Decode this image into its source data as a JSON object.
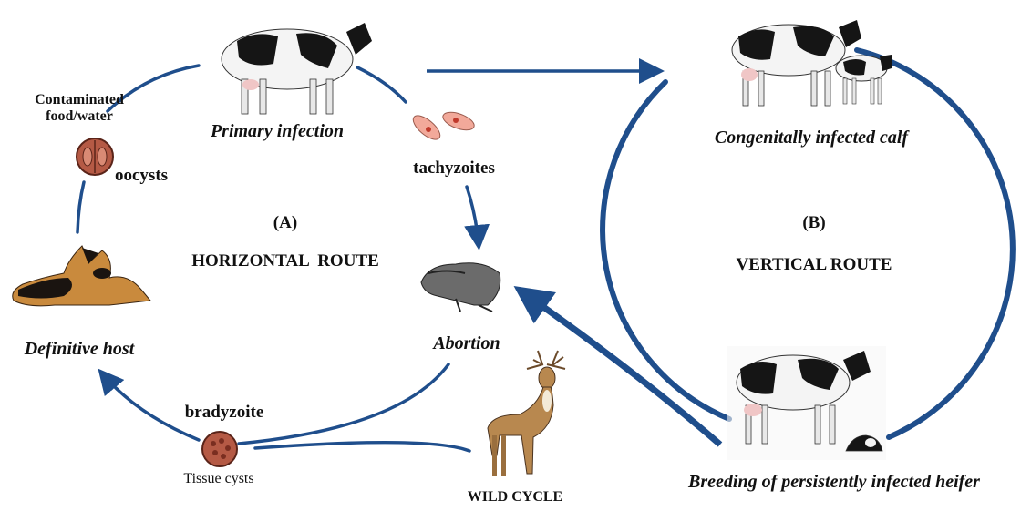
{
  "colors": {
    "arrow": "#1f4e8c",
    "cow_white": "#f4f4f4",
    "cow_black": "#151515",
    "cyst_fill": "#b55a45",
    "tachyzoite_fill": "#f2a99a",
    "deer": "#b8884f",
    "dog_tan": "#c98a3d"
  },
  "icons": {
    "primary_cow": "holstein-cow-icon",
    "tachyzoites": "tachyzoite-icon",
    "aborted_fetus": "aborted-fetus-icon",
    "dog": "dog-icon",
    "oocyst": "oocyst-icon",
    "tissue_cyst": "tissue-cyst-icon",
    "deer": "deer-icon",
    "cow_calf": "cow-and-calf-icon",
    "heifer": "heifer-cow-icon"
  },
  "horizontal": {
    "letter": "(A)",
    "title": "HORIZONTAL  ROUTE",
    "primary_infection": "Primary infection",
    "tachyzoites": "tachyzoites",
    "abortion": "Abortion",
    "definitive_host": "Definitive host",
    "contaminated": "Contaminated",
    "food_water": "food/water",
    "oocysts": "oocysts",
    "bradyzoite": "bradyzoite",
    "tissue_cysts": "Tissue cysts",
    "wild_cycle": "WILD CYCLE"
  },
  "vertical": {
    "letter": "(B)",
    "title": "VERTICAL ROUTE",
    "congenital": "Congenitally infected calf",
    "breeding": "Breeding of persistently infected heifer"
  }
}
